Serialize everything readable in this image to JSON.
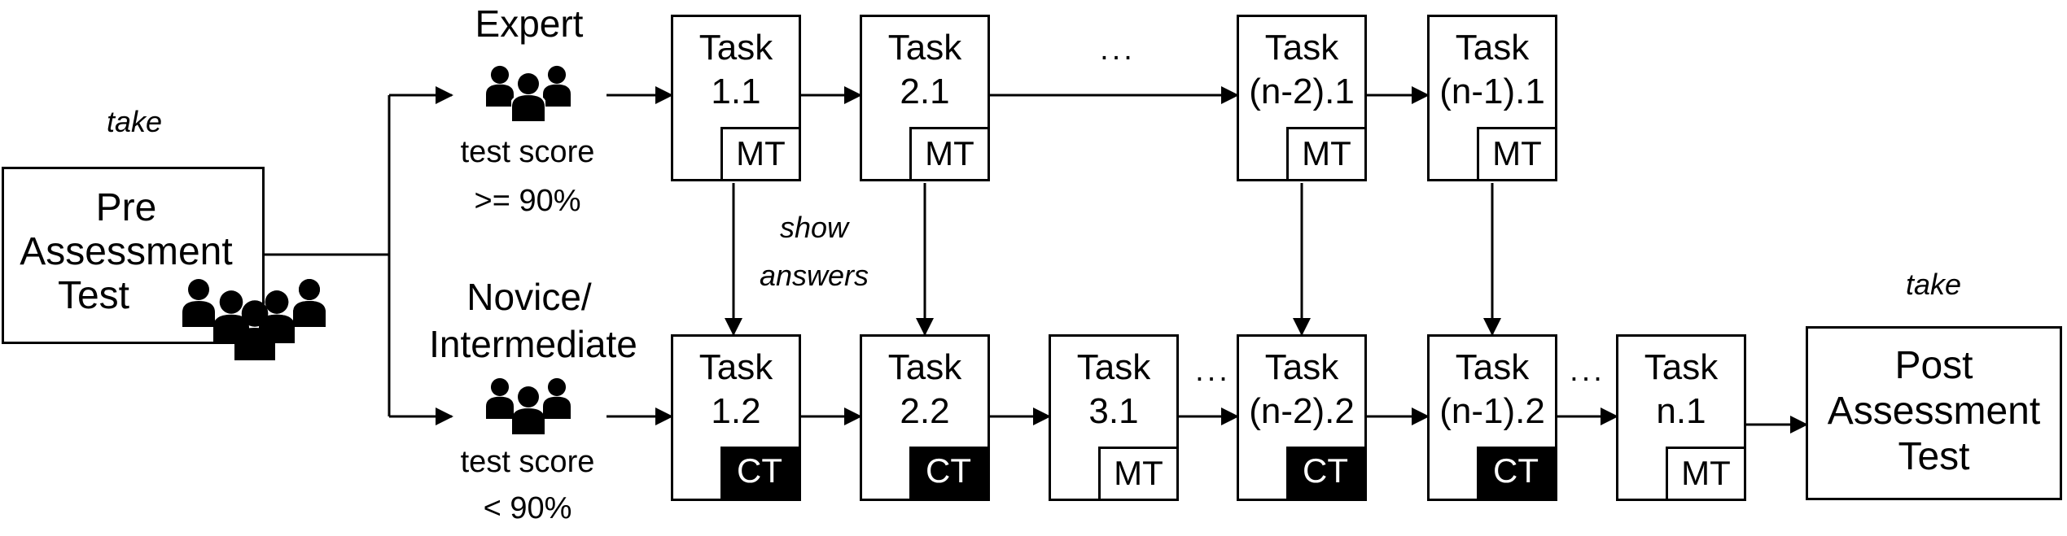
{
  "pre_assessment": {
    "lines": [
      "Pre",
      "Assessment",
      "Test"
    ],
    "action": "take"
  },
  "post_assessment": {
    "lines": [
      "Post",
      "Assessment",
      "Test"
    ],
    "action": "take"
  },
  "expert": {
    "label": "Expert",
    "score_line1": "test score",
    "score_line2": ">= 90%"
  },
  "novice": {
    "label_line1": "Novice/",
    "label_line2": "Intermediate",
    "score_line1": "test score",
    "score_line2": "< 90%"
  },
  "show_answers": {
    "line1": "show",
    "line2": "answers"
  },
  "ellipsis": "...",
  "tasks": [
    {
      "line1": "Task",
      "line2": "1.1",
      "tag": "MT",
      "tag_style": "light"
    },
    {
      "line1": "Task",
      "line2": "2.1",
      "tag": "MT",
      "tag_style": "light"
    },
    {
      "line1": "Task",
      "line2": "(n-2).1",
      "tag": "MT",
      "tag_style": "light"
    },
    {
      "line1": "Task",
      "line2": "(n-1).1",
      "tag": "MT",
      "tag_style": "light"
    },
    {
      "line1": "Task",
      "line2": "1.2",
      "tag": "CT",
      "tag_style": "dark"
    },
    {
      "line1": "Task",
      "line2": "2.2",
      "tag": "CT",
      "tag_style": "dark"
    },
    {
      "line1": "Task",
      "line2": "3.1",
      "tag": "MT",
      "tag_style": "light"
    },
    {
      "line1": "Task",
      "line2": "(n-2).2",
      "tag": "CT",
      "tag_style": "dark"
    },
    {
      "line1": "Task",
      "line2": "(n-1).2",
      "tag": "CT",
      "tag_style": "dark"
    },
    {
      "line1": "Task",
      "line2": "n.1",
      "tag": "MT",
      "tag_style": "light"
    }
  ],
  "icons": {
    "group_icon": "people-group-icon",
    "large_group_icon": "crowd-icon"
  }
}
